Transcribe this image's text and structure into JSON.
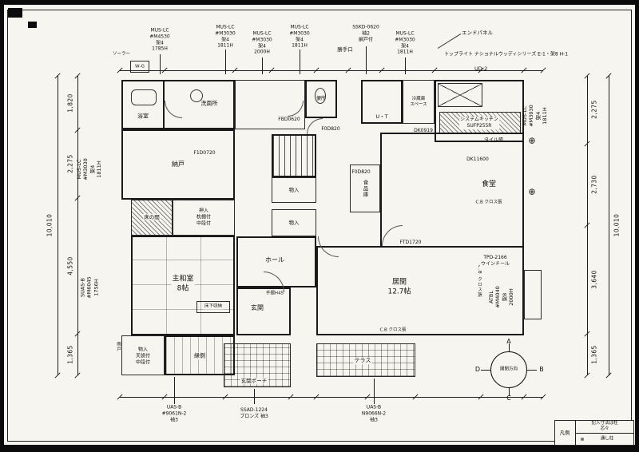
{
  "top_specs": [
    {
      "text": "MUS-LC\n#M4530\n架4\n1785H"
    },
    {
      "text": "MUS-LC\n#M3030\n架4\n1811H"
    },
    {
      "text": "MUS-LC\n#M3030\n架4\n2000H"
    },
    {
      "text": "MUS-LC\n#M3030\n架4\n1811H"
    },
    {
      "text": "SSKD-0620\n袖2\n網戸付"
    },
    {
      "text": "MUS-LC\n#M3030\n架4\n1811H"
    }
  ],
  "left_specs": [
    {
      "text": "MUS-LC\n#M3030\n架4\n1811H"
    },
    {
      "text": "SUAS-B\n#M6045\n1756H"
    }
  ],
  "right_specs": [
    {
      "text": "MUS-LC\n#M3030\n架4\n1811H"
    },
    {
      "text": "ATBL\n#M4040\n架8\n2000H"
    }
  ],
  "bottom_specs": [
    {
      "text": "UAS-B\n#9061N-2\n袖3"
    },
    {
      "text": "SSAD-1224\nブロンズ 袖3"
    },
    {
      "text": "UAS-B\nN9066N-2\n袖3"
    }
  ],
  "callouts": {
    "end_panel": "エンドパネル",
    "toplight": "トップライト ナショナルウッディシリーズ E-1・架8 H-1",
    "ud2": "UD-2",
    "back_door": "勝手口",
    "wg": "W-G",
    "solar": "ソーラー"
  },
  "rooms": [
    {
      "name": "bath",
      "label": "浴室"
    },
    {
      "name": "washroom",
      "label": "洗面所"
    },
    {
      "name": "toilet",
      "label": "便所"
    },
    {
      "name": "storage-room",
      "label": "納戸"
    },
    {
      "name": "tokonoma",
      "label": "床の間"
    },
    {
      "name": "oshiire",
      "label": "押入\n枕棚付\n中段付"
    },
    {
      "name": "main-washitsu",
      "label": "主和室\n8帖"
    },
    {
      "name": "monoire-tenbukuro",
      "label": "物入\n天袋付\n中段付"
    },
    {
      "name": "engawa",
      "label": "縁側"
    },
    {
      "name": "genkan",
      "label": "玄関"
    },
    {
      "name": "genkan-porch",
      "label": "玄関ポーチ"
    },
    {
      "name": "hall",
      "label": "ホール"
    },
    {
      "name": "monoire-1",
      "label": "物入"
    },
    {
      "name": "monoire-2",
      "label": "物入"
    },
    {
      "name": "pantry",
      "label": "食品庫"
    },
    {
      "name": "dining",
      "label": "食堂"
    },
    {
      "name": "living",
      "label": "居間\n12.7帖"
    },
    {
      "name": "terrace",
      "label": "テラス"
    },
    {
      "name": "ut",
      "label": "U・T"
    },
    {
      "name": "fridge",
      "label": "冷蔵庫\nスペース"
    },
    {
      "name": "underfloor",
      "label": "床下収納"
    }
  ],
  "notes": [
    {
      "text": "FBD0620"
    },
    {
      "text": "F0D820"
    },
    {
      "text": "F0D820"
    },
    {
      "text": "F1D0720"
    },
    {
      "text": "DK0919"
    },
    {
      "text": "FTD1720"
    },
    {
      "text": "システムキッチン\nSUFP255R"
    },
    {
      "text": "DK11600"
    },
    {
      "text": "タイル張"
    },
    {
      "text": "C.B クロス張"
    },
    {
      "text": "C.B クロス張"
    },
    {
      "text": "C.B クロス張"
    },
    {
      "text": "TPD-2166\nウインドール"
    },
    {
      "text": "手摺H45"
    },
    {
      "text": "雨戸"
    }
  ],
  "dims": {
    "left": [
      "1,820",
      "2,275",
      "4,550",
      "1,365"
    ],
    "left_total": "10,010",
    "right": [
      "2,275",
      "2,730",
      "3,640",
      "1,365"
    ],
    "right_total": "10,010"
  },
  "compass": {
    "n": "A",
    "e": "B",
    "s": "C",
    "w": "D",
    "label": "開閉方向"
  },
  "legend": {
    "title": "凡例",
    "row1": "記入寸法は柱芯々",
    "row2_symbol": "⊗",
    "row2": "通し柱"
  },
  "markers": {
    "plus": "⊕"
  }
}
